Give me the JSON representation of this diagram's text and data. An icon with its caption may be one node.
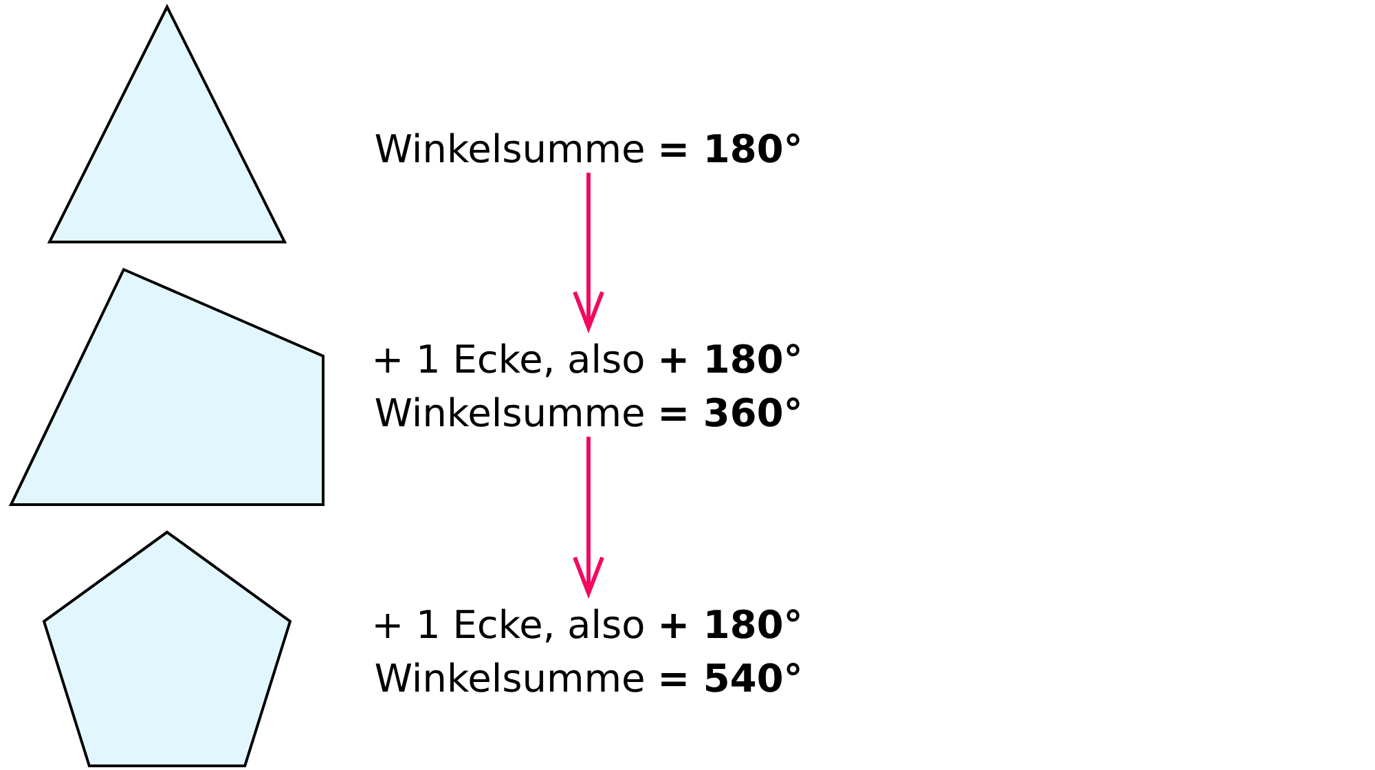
{
  "diagram": {
    "nodes": [
      {
        "text": [],
        "shape": "triangle"
      },
      {
        "text": [
          "Winkelsumme **= 180°**"
        ]
      },
      {
        "text": [],
        "shape": "quadrilateral"
      },
      {
        "text": [
          "+ 1 Ecke, also **+ 180°**",
          "Winkelsumme **= 360°**"
        ]
      },
      {
        "text": [],
        "shape": "pentagon"
      },
      {
        "text": [
          "+ 1 Ecke, also **+ 180°**",
          "Winkelsumme **= 540°**"
        ]
      }
    ],
    "edges": [
      {
        "from": 1,
        "to": 3,
        "arrow": "to"
      },
      {
        "from": 3,
        "to": 5,
        "arrow": "to"
      }
    ]
  }
}
